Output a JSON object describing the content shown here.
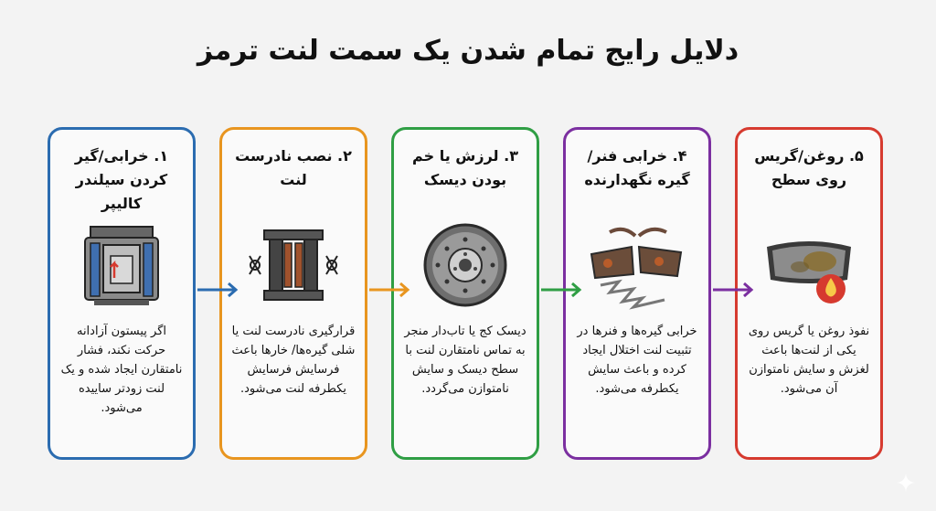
{
  "title": "دلایل رایج تمام شدن یک سمت لنت ترمز",
  "cards": [
    {
      "heading": "۱. خرابی/گیر کردن سیلندر کالیپر",
      "description": "اگر پیستون آزادانه حرکت نکند، فشار نامتقارن ایجاد شده و یک لنت زودتر ساییده می‌شود.",
      "color": "#2b6cb0",
      "icon": "caliper-icon"
    },
    {
      "heading": "۲. نصب نادرست لنت",
      "description": "قرارگیری نادرست لنت یا شلی گیره‌ها/ خارها باعث فرسایش فرسایش یکطرفه لنت می‌شود.",
      "color": "#e8951f",
      "icon": "brake-pad-assembly-icon"
    },
    {
      "heading": "۳. لرزش یا خم بودن دیسک",
      "description": "دیسک کج یا تاب‌دار منجر به تماس نامتقارن لنت با سطح دیسک و سایش نامتوازن می‌گردد.",
      "color": "#2f9e44",
      "icon": "brake-disc-icon"
    },
    {
      "heading": "۴. خرابی فنر/گیره نگهدارنده",
      "description": "خرابی گیره‌ها و فنرها در تثبیت لنت اختلال ایجاد کرده و باعث سایش یکطرفه می‌شود.",
      "color": "#7b2fa0",
      "icon": "broken-spring-clip-icon"
    },
    {
      "heading": "۵. روغن/گریس روی سطح",
      "description": "نفوذ روغن یا گریس روی یکی از لنت‌ها باعث لغزش و سایش نامتوازن آن می‌شود.",
      "color": "#d63a2f",
      "icon": "oily-pad-icon"
    }
  ]
}
